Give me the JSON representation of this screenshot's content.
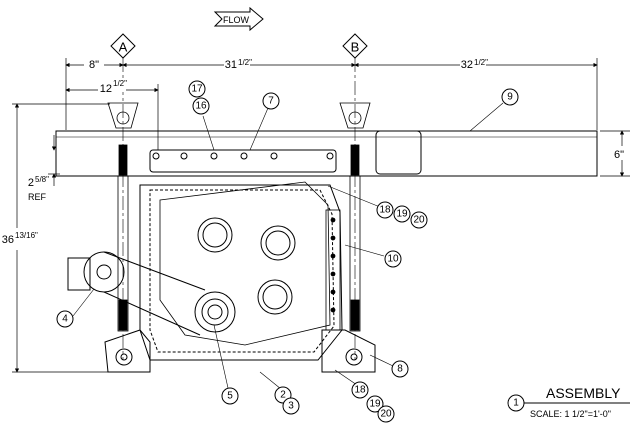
{
  "flow_label": "FLOW",
  "section_markers": {
    "a": "A",
    "b": "B"
  },
  "dimensions": {
    "d8": "8\"",
    "d31": "31",
    "d31_frac": "1/2\"",
    "d32": "32",
    "d32_frac": "1/2\"",
    "d12": "12",
    "d12_frac": "1/2\"",
    "d6": "6\"",
    "d2": "2",
    "d2_frac": "5/8\"",
    "ref": "REF",
    "d36": "36",
    "d36_frac": "13/16\""
  },
  "callouts": {
    "c17": "17",
    "c16": "16",
    "c7": "7",
    "c9": "9",
    "c18a": "18",
    "c19a": "19",
    "c20a": "20",
    "c10": "10",
    "c4": "4",
    "c5": "5",
    "c2": "2",
    "c3": "3",
    "c8": "8",
    "c18b": "18",
    "c19b": "19",
    "c20b": "20"
  },
  "title_block": {
    "number": "1",
    "title": "ASSEMBLY",
    "scale": "SCALE: 1 1/2\"=1'-0\""
  }
}
